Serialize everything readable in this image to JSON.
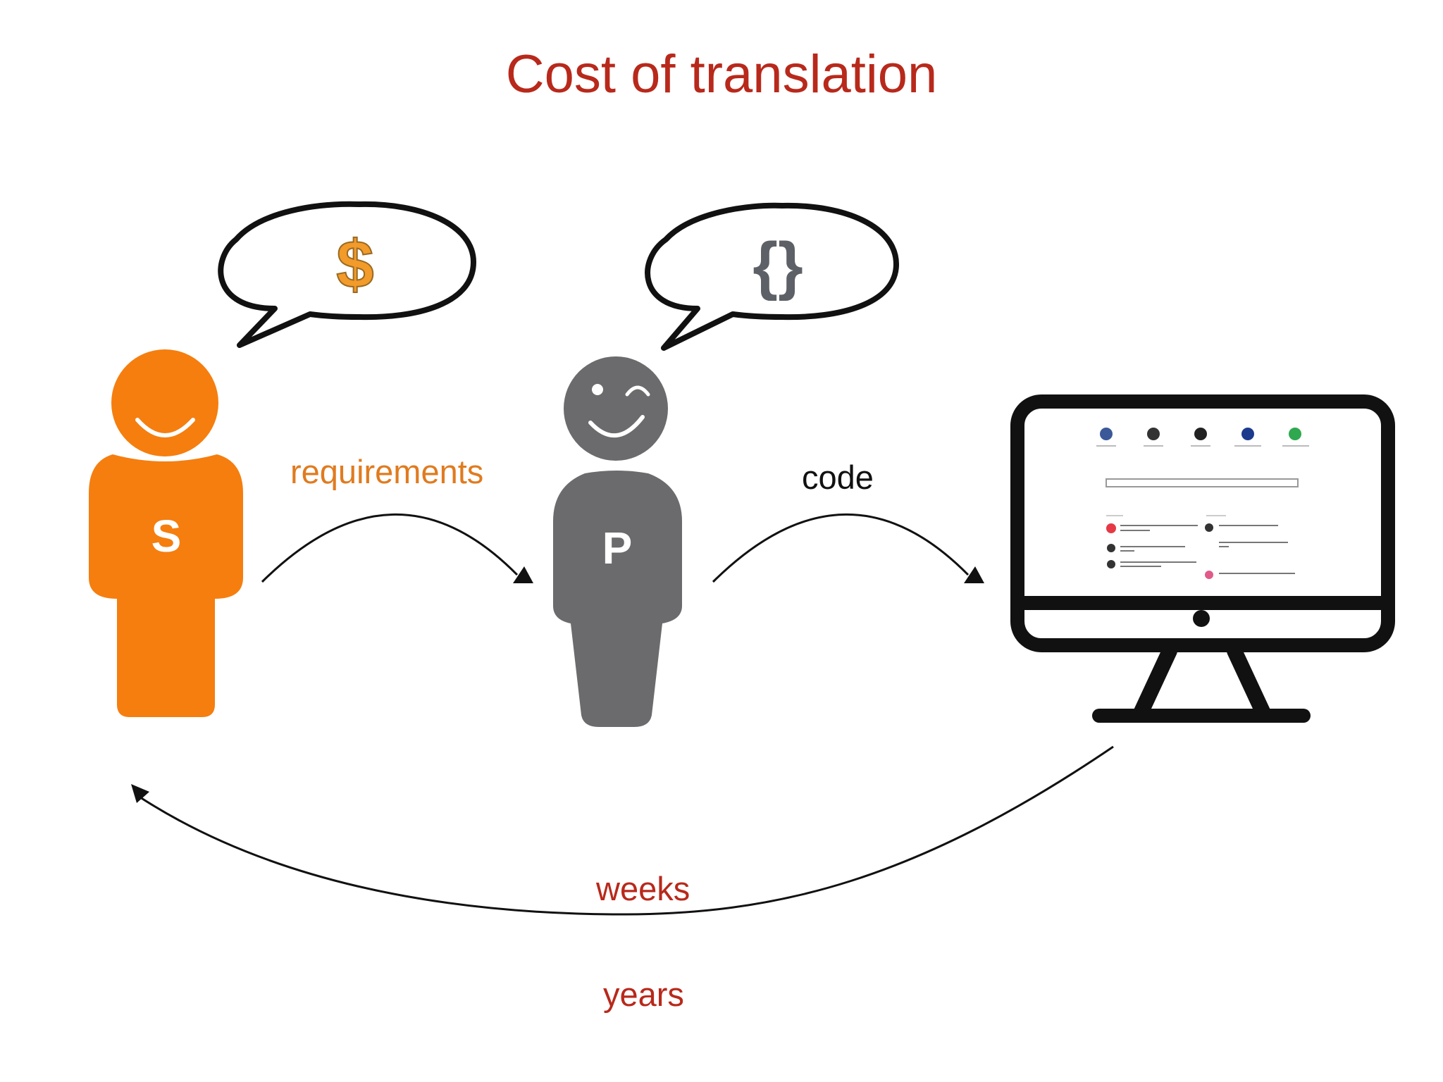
{
  "title": "Cost of translation",
  "colors": {
    "title": "#b8291b",
    "stakeholder": "#f57e0f",
    "programmer": "#6b6a6c",
    "requirements": "#e07b1f",
    "code": "#111111",
    "time": "#b8291b",
    "monitor": "#111111"
  },
  "stakeholder": {
    "letter": "S",
    "thought_icon": "dollar-icon",
    "thought_glyph": "$"
  },
  "programmer": {
    "letter": "P",
    "thought_icon": "curly-braces-icon",
    "thought_glyph": "{}"
  },
  "arrows": {
    "requirements_label": "requirements",
    "code_label": "code"
  },
  "feedback": {
    "weeks_label": "weeks",
    "years_label": "years"
  },
  "monitor": {
    "icon": "computer-monitor-icon",
    "screen_icons": [
      "facebook-icon",
      "github-icon",
      "news-icon",
      "atlassian-icon",
      "hacker-news-icon"
    ]
  }
}
